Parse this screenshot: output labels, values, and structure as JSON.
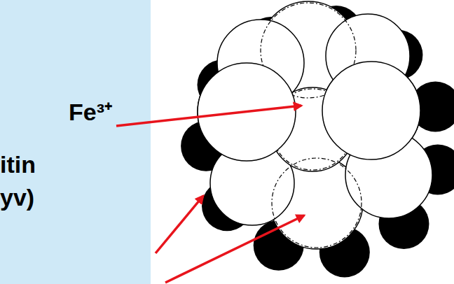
{
  "diagram": {
    "labels": [
      "Fe³⁺",
      "itin",
      "yv)"
    ]
  }
}
